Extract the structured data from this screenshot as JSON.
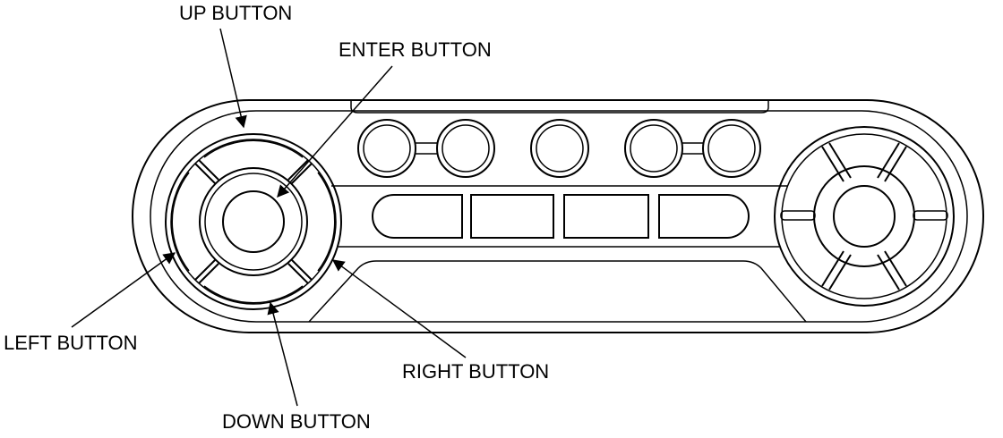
{
  "labels": {
    "up": "UP BUTTON",
    "enter": "ENTER BUTTON",
    "left": "LEFT BUTTON",
    "right": "RIGHT BUTTON",
    "down": "DOWN BUTTON"
  },
  "colors": {
    "line": "#000000",
    "background": "#ffffff"
  }
}
